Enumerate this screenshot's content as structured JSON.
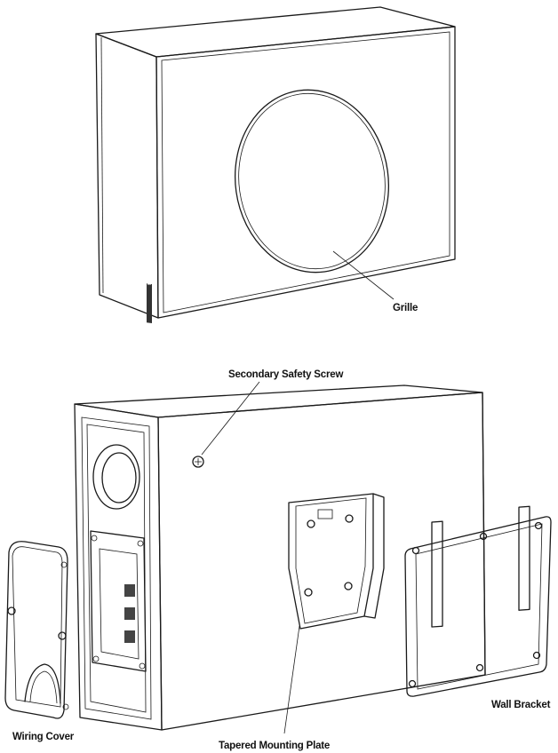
{
  "labels": {
    "grille": "Grille",
    "secondary_safety_screw": "Secondary Safety Screw",
    "wall_bracket": "Wall Bracket",
    "wiring_cover": "Wiring Cover",
    "tapered_mounting_plate": "Tapered Mounting Plate"
  },
  "colors": {
    "line": "#1a1a1a",
    "background": "#ffffff"
  }
}
